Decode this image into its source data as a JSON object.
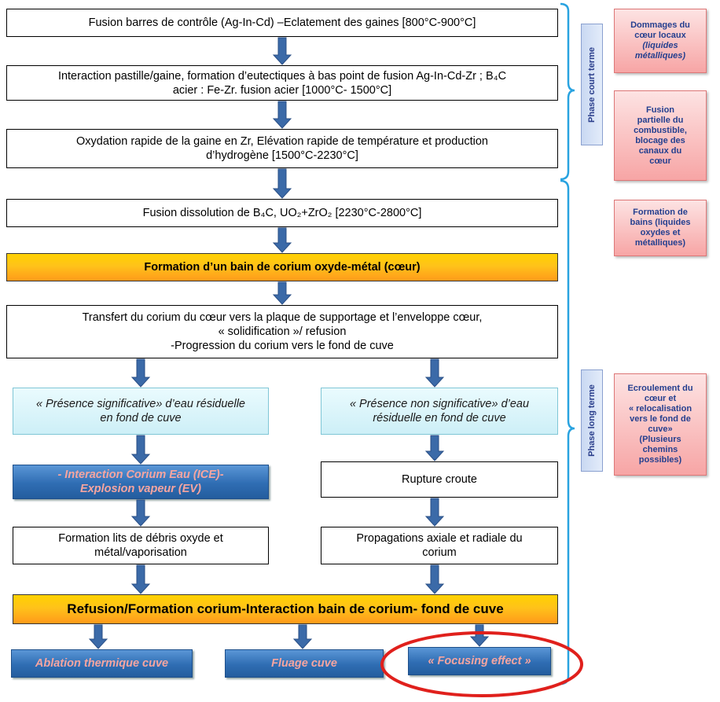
{
  "flow": {
    "step1": "Fusion barres de contrôle (Ag-In-Cd) –Eclatement des gaines  [800°C-900°C]",
    "step2_line1": "Interaction pastille/gaine, formation d’eutectiques à bas point de fusion Ag-In-Cd-Zr ; B₄C",
    "step2_line2": "acier : Fe-Zr. fusion acier [1000°C- 1500°C]",
    "step3_line1": "Oxydation rapide de la gaine en Zr, Elévation rapide de température et production",
    "step3_line2": "d’hydrogène [1500°C-2230°C]",
    "step4": "Fusion dissolution de B₄C, UO₂+ZrO₂ [2230°C-2800°C]",
    "step5": "Formation d’un bain de corium oxyde-métal (cœur)",
    "step6_line1": "Transfert du corium du cœur vers la plaque de supportage et l’enveloppe cœur,",
    "step6_line2": "« solidification »/ refusion",
    "step6_line3": "-Progression du corium vers le fond de cuve",
    "left_water_line1": "« Présence significative» d’eau résiduelle",
    "left_water_line2": "en fond de cuve",
    "right_water_line1": "« Présence non significative» d’eau",
    "right_water_line2": "résiduelle en fond de cuve",
    "ice_line1": "- Interaction Corium Eau (ICE)-",
    "ice_line2": "Explosion vapeur (EV)",
    "rupture": "Rupture croute",
    "debris_line1": "Formation lits de débris oxyde et",
    "debris_line2": "métal/vaporisation",
    "propagation_line1": "Propagations axiale et radiale du",
    "propagation_line2": "corium",
    "refusion": "Refusion/Formation corium-Interaction bain de corium- fond de cuve",
    "outcome1": "Ablation thermique cuve",
    "outcome2": "Fluage cuve",
    "outcome3": "« Focusing effect »"
  },
  "phases": {
    "short": "Phase court terme",
    "long": "Phase long terme"
  },
  "notes": {
    "n1_line1": "Dommages du",
    "n1_line2": "cœur locaux",
    "n1_line3": "(liquides",
    "n1_line4": "métalliques)",
    "n2_line1": "Fusion",
    "n2_line2": "partielle du",
    "n2_line3": "combustible,",
    "n2_line4": "blocage des",
    "n2_line5": "canaux du",
    "n2_line6": "cœur",
    "n3_line1": "Formation de",
    "n3_line2": "bains (liquides",
    "n3_line3": "oxydes et",
    "n3_line4": "métalliques)",
    "n4_line1": "Ecroulement du",
    "n4_line2": "cœur et",
    "n4_line3": "« relocalisation",
    "n4_line4": "vers  le fond de",
    "n4_line5": "cuve»",
    "n4_line6": "(Plusieurs",
    "n4_line7": "chemins",
    "n4_line8": "possibles)"
  },
  "colors": {
    "arrow": "#3b6aa8",
    "bracket": "#29a3e0",
    "highlight_ellipse": "#e0201c"
  }
}
